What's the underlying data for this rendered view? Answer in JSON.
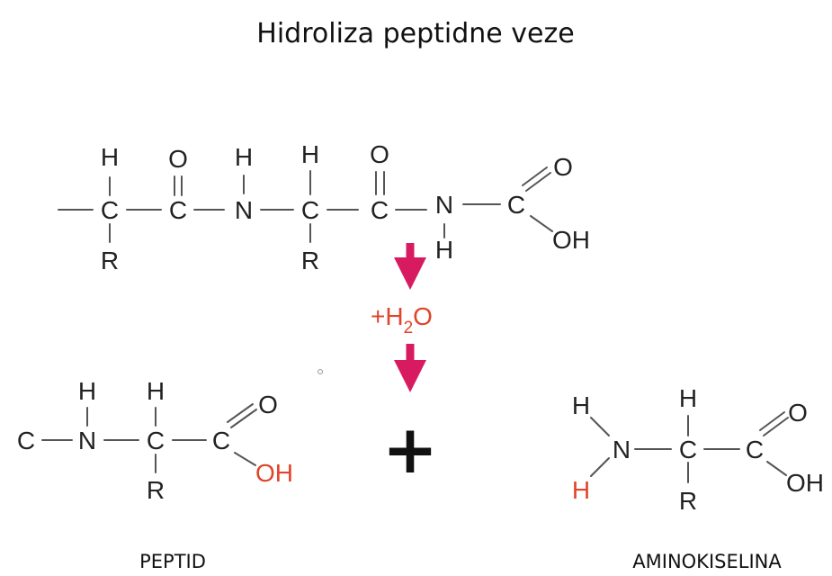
{
  "title": "Hidroliza peptidne veze",
  "colors": {
    "arrow": "#d81b60",
    "reagent": "#e0442b",
    "highlight": "#e0442b",
    "text": "#222222",
    "bond": "#555555"
  },
  "peptide_chain": {
    "atoms": {
      "h1": "H",
      "c1": "C",
      "r1": "R",
      "o1": "O",
      "c2": "C",
      "h2": "H",
      "n1": "N",
      "h3": "H",
      "c3": "C",
      "r2": "R",
      "o2": "O",
      "c4": "C",
      "n2": "N",
      "h4": "H",
      "c5": "C",
      "o3": "O",
      "oh": "OH"
    }
  },
  "reagent": {
    "prefix": "+H",
    "subscript": "2",
    "suffix": "O"
  },
  "plus_sign": "+",
  "product_peptide": {
    "atoms": {
      "c0": "C",
      "h1": "H",
      "n": "N",
      "h2": "H",
      "c1": "C",
      "r": "R",
      "c2": "C",
      "o": "O",
      "oh": "OH"
    },
    "label": "PEPTID"
  },
  "product_amino_acid": {
    "atoms": {
      "h1": "H",
      "n": "N",
      "h2": "H",
      "h3": "H",
      "c1": "C",
      "r": "R",
      "c2": "C",
      "o": "O",
      "oh": "OH"
    },
    "label": "AMINOKISELINA"
  }
}
